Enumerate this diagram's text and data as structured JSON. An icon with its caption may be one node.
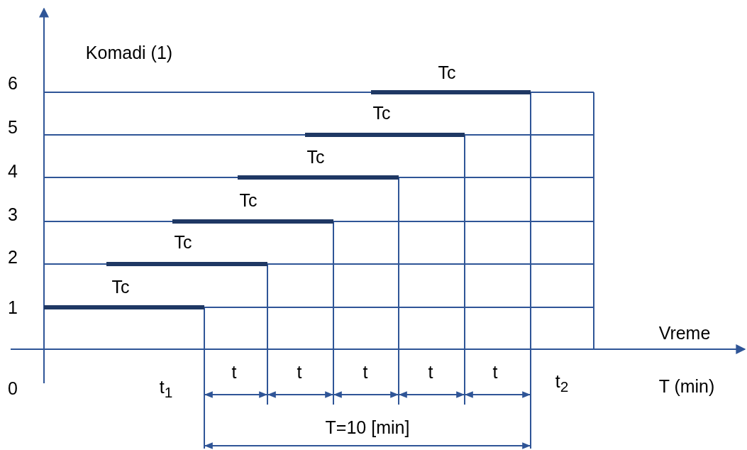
{
  "diagram": {
    "labels": [
      "Komadi (1)",
      "6",
      "Tc",
      "5",
      "Tc",
      "4",
      "Tc",
      "3",
      "Tc",
      "2",
      "Tc",
      "1",
      "Tc",
      "Vreme",
      "0",
      "t$_{1}$",
      "t",
      "t",
      "t",
      "t",
      "t",
      "t$_{2}$",
      "T (min)",
      "T=10 [min]"
    ]
  }
}
